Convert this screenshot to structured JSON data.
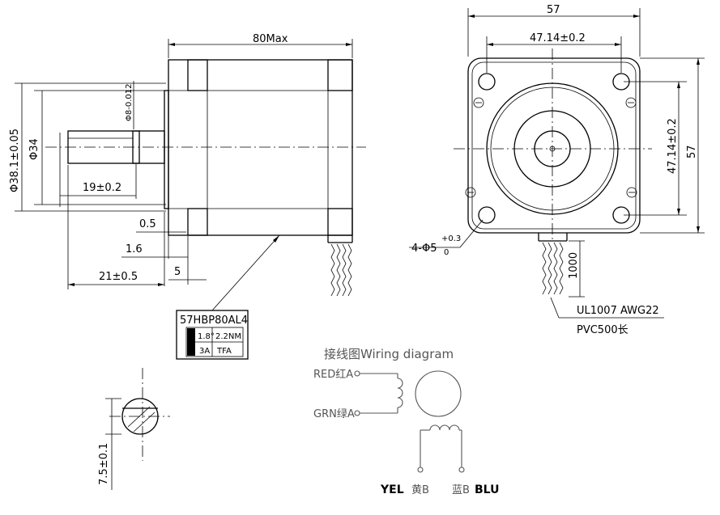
{
  "side_view": {
    "length_label": "80Max",
    "pilot_dia_label": "Φ38.1±0.05",
    "shaft_dia_label": "Φ34",
    "shaft_tol_label": "Φ8-0.012",
    "flat_len_label": "19±0.2",
    "shaft_len_label": "21±0.5",
    "dim_05": "0.5",
    "dim_16": "1.6",
    "dim_5": "5"
  },
  "nameplate": {
    "model": "57HBP80AL4",
    "cells": [
      "1.8°",
      "2.2NM",
      "3A",
      "TFA"
    ]
  },
  "front_view": {
    "width_label": "57",
    "hole_spacing_h": "47.14±0.2",
    "hole_spacing_v": "47.14±0.2",
    "height_label": "57",
    "holes_label": "4-Φ5",
    "holes_tol_upper": "+0.3",
    "holes_tol_lower": "0"
  },
  "cable": {
    "length_label": "1000",
    "wire_spec": "UL1007  AWG22",
    "sleeve_spec": "PVC500长"
  },
  "wiring": {
    "title": "接线图Wiring  diagram",
    "red_label": "RED红A",
    "grn_label": "GRN绿A",
    "yel_en": "YEL",
    "yel_cn": "黄B",
    "blu_cn": "蓝B",
    "blu_en": "BLU"
  },
  "shaft_section": {
    "flat_label": "7.5±0.1"
  }
}
